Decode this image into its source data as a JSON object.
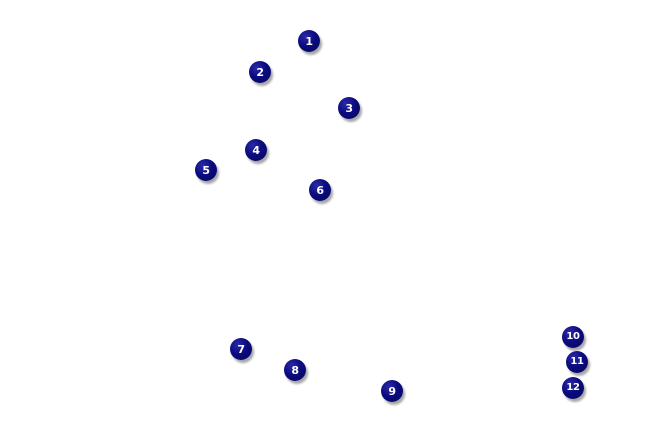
{
  "markers": [
    {
      "label": "1"
    },
    {
      "label": "2"
    },
    {
      "label": "3"
    },
    {
      "label": "4"
    },
    {
      "label": "5"
    },
    {
      "label": "6"
    },
    {
      "label": "7"
    },
    {
      "label": "8"
    },
    {
      "label": "9"
    },
    {
      "label": "10"
    },
    {
      "label": "11"
    },
    {
      "label": "12"
    }
  ],
  "colors": {
    "marker_fill": "#0b0b7e",
    "marker_text": "#ffffff",
    "background": "#ffffff"
  }
}
